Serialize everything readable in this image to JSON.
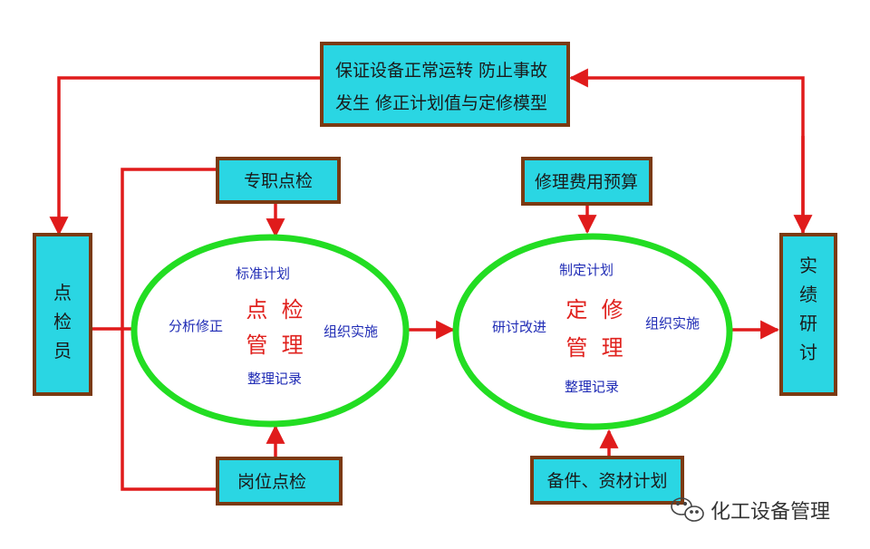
{
  "top_box": {
    "line1": "保证设备正常运转  防止事故",
    "line2": "发生    修正计划值与定修模型"
  },
  "left_box": {
    "chars": [
      "点",
      "检",
      "员"
    ]
  },
  "right_box": {
    "chars": [
      "实",
      "绩",
      "研",
      "讨"
    ]
  },
  "inspection_sources": {
    "top": "专职点检",
    "bottom": "岗位点检"
  },
  "repair_sources": {
    "top": "修理费用预算",
    "bottom": "备件、资材计划"
  },
  "left_cycle": {
    "title_line1": "点  检",
    "title_line2": "管  理",
    "top": "标准计划",
    "left": "分析修正",
    "right": "组织实施",
    "bottom": "整理记录"
  },
  "right_cycle": {
    "title_line1": "定  修",
    "title_line2": "管  理",
    "top": "制定计划",
    "left": "研讨改进",
    "right": "组织实施",
    "bottom": "整理记录"
  },
  "watermark": {
    "text": "化工设备管理"
  },
  "colors": {
    "box_fill": "#2ad6e3",
    "box_border": "#7b3a12",
    "arrow": "#e01b1b",
    "ellipse": "#22dd22",
    "cycle_text": "#1f2bb5",
    "title_text": "#e0221e"
  }
}
